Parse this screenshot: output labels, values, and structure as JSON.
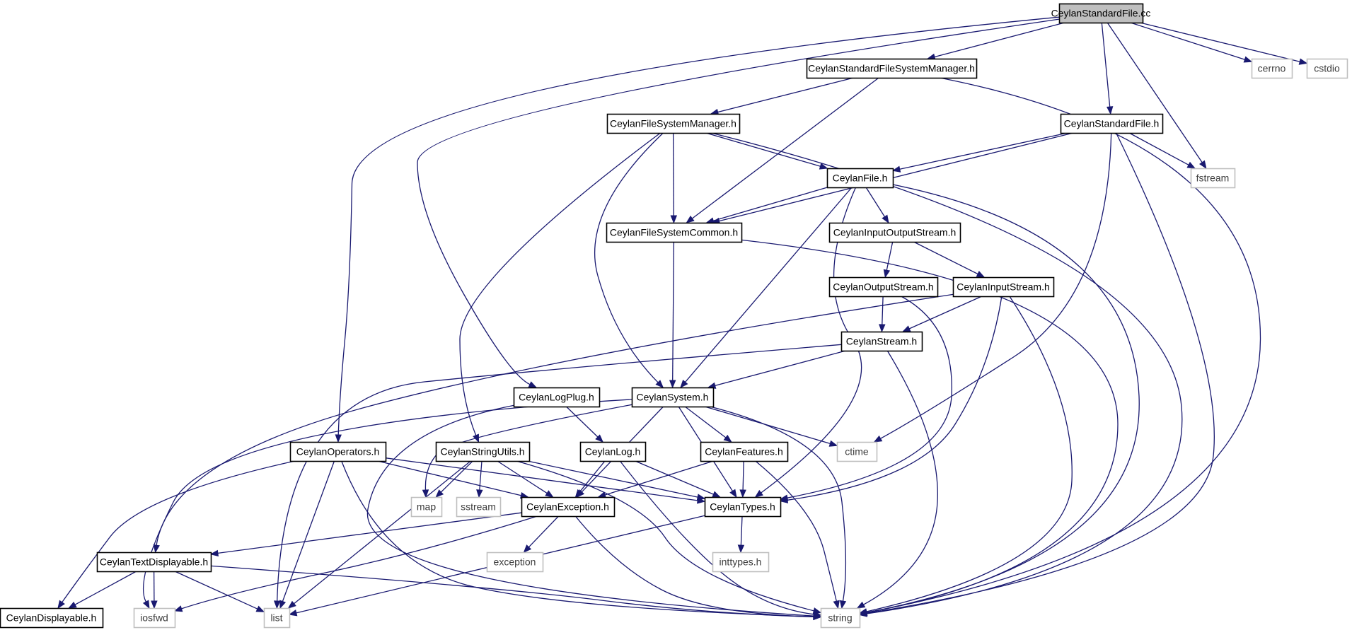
{
  "graph": {
    "colors": {
      "edge": "#191970",
      "project_border": "#000000",
      "system_border": "#bfbfbf",
      "root_fill": "#bfbfbf",
      "project_text": "#000000",
      "system_text": "#3c3c3c"
    },
    "nodes": [
      {
        "id": "cc",
        "label": "CeylanStandardFile.cc",
        "kind": "root"
      },
      {
        "id": "sfsm",
        "label": "CeylanStandardFileSystemManager.h",
        "kind": "project"
      },
      {
        "id": "cerrno",
        "label": "cerrno",
        "kind": "system"
      },
      {
        "id": "cstdio",
        "label": "cstdio",
        "kind": "system"
      },
      {
        "id": "fsm",
        "label": "CeylanFileSystemManager.h",
        "kind": "project"
      },
      {
        "id": "sf",
        "label": "CeylanStandardFile.h",
        "kind": "project"
      },
      {
        "id": "fstream",
        "label": "fstream",
        "kind": "system"
      },
      {
        "id": "file",
        "label": "CeylanFile.h",
        "kind": "project"
      },
      {
        "id": "fsc",
        "label": "CeylanFileSystemCommon.h",
        "kind": "project"
      },
      {
        "id": "ios",
        "label": "CeylanInputOutputStream.h",
        "kind": "project"
      },
      {
        "id": "os",
        "label": "CeylanOutputStream.h",
        "kind": "project"
      },
      {
        "id": "is",
        "label": "CeylanInputStream.h",
        "kind": "project"
      },
      {
        "id": "stream",
        "label": "CeylanStream.h",
        "kind": "project"
      },
      {
        "id": "logplug",
        "label": "CeylanLogPlug.h",
        "kind": "project"
      },
      {
        "id": "system",
        "label": "CeylanSystem.h",
        "kind": "project"
      },
      {
        "id": "ops",
        "label": "CeylanOperators.h",
        "kind": "project"
      },
      {
        "id": "su",
        "label": "CeylanStringUtils.h",
        "kind": "project"
      },
      {
        "id": "log",
        "label": "CeylanLog.h",
        "kind": "project"
      },
      {
        "id": "features",
        "label": "CeylanFeatures.h",
        "kind": "project"
      },
      {
        "id": "ctime",
        "label": "ctime",
        "kind": "system"
      },
      {
        "id": "map",
        "label": "map",
        "kind": "system"
      },
      {
        "id": "sstream",
        "label": "sstream",
        "kind": "system"
      },
      {
        "id": "exc",
        "label": "CeylanException.h",
        "kind": "project"
      },
      {
        "id": "types",
        "label": "CeylanTypes.h",
        "kind": "project"
      },
      {
        "id": "exception",
        "label": "exception",
        "kind": "system"
      },
      {
        "id": "inttypes",
        "label": "inttypes.h",
        "kind": "system"
      },
      {
        "id": "td",
        "label": "CeylanTextDisplayable.h",
        "kind": "project"
      },
      {
        "id": "disp",
        "label": "CeylanDisplayable.h",
        "kind": "project"
      },
      {
        "id": "iosfwd",
        "label": "iosfwd",
        "kind": "system"
      },
      {
        "id": "list",
        "label": "list",
        "kind": "system"
      },
      {
        "id": "string",
        "label": "string",
        "kind": "system"
      }
    ],
    "edges": [
      [
        "cc",
        "sfsm"
      ],
      [
        "cc",
        "cerrno"
      ],
      [
        "cc",
        "cstdio"
      ],
      [
        "cc",
        "sf"
      ],
      [
        "cc",
        "fstream"
      ],
      [
        "cc",
        "logplug"
      ],
      [
        "cc",
        "ops"
      ],
      [
        "sfsm",
        "fsm"
      ],
      [
        "sfsm",
        "fsc"
      ],
      [
        "sfsm",
        "string"
      ],
      [
        "fsm",
        "file"
      ],
      [
        "fsm",
        "fsc"
      ],
      [
        "fsm",
        "system"
      ],
      [
        "fsm",
        "su"
      ],
      [
        "fsm",
        "string"
      ],
      [
        "sf",
        "file"
      ],
      [
        "sf",
        "fsc"
      ],
      [
        "sf",
        "fstream"
      ],
      [
        "sf",
        "ctime"
      ],
      [
        "sf",
        "string"
      ],
      [
        "file",
        "fsc"
      ],
      [
        "file",
        "ios"
      ],
      [
        "file",
        "system"
      ],
      [
        "file",
        "types"
      ],
      [
        "file",
        "string"
      ],
      [
        "fsc",
        "system"
      ],
      [
        "fsc",
        "string"
      ],
      [
        "ios",
        "os"
      ],
      [
        "ios",
        "is"
      ],
      [
        "os",
        "stream"
      ],
      [
        "os",
        "types"
      ],
      [
        "is",
        "stream"
      ],
      [
        "is",
        "types"
      ],
      [
        "is",
        "td"
      ],
      [
        "is",
        "string"
      ],
      [
        "stream",
        "system"
      ],
      [
        "stream",
        "string"
      ],
      [
        "stream",
        "list"
      ],
      [
        "logplug",
        "log"
      ],
      [
        "logplug",
        "string"
      ],
      [
        "system",
        "exc"
      ],
      [
        "system",
        "features"
      ],
      [
        "system",
        "types"
      ],
      [
        "system",
        "ctime"
      ],
      [
        "system",
        "map"
      ],
      [
        "system",
        "string"
      ],
      [
        "system",
        "iosfwd"
      ],
      [
        "ops",
        "exc"
      ],
      [
        "ops",
        "types"
      ],
      [
        "ops",
        "disp"
      ],
      [
        "ops",
        "list"
      ],
      [
        "ops",
        "string"
      ],
      [
        "su",
        "exc"
      ],
      [
        "su",
        "types"
      ],
      [
        "su",
        "map"
      ],
      [
        "su",
        "sstream"
      ],
      [
        "su",
        "list"
      ],
      [
        "su",
        "string"
      ],
      [
        "log",
        "exc"
      ],
      [
        "log",
        "types"
      ],
      [
        "log",
        "string"
      ],
      [
        "features",
        "exc"
      ],
      [
        "features",
        "types"
      ],
      [
        "features",
        "string"
      ],
      [
        "exc",
        "td"
      ],
      [
        "exc",
        "exception"
      ],
      [
        "exc",
        "string"
      ],
      [
        "exc",
        "iosfwd"
      ],
      [
        "types",
        "inttypes"
      ],
      [
        "types",
        "list"
      ],
      [
        "td",
        "disp"
      ],
      [
        "td",
        "iosfwd"
      ],
      [
        "td",
        "list"
      ],
      [
        "td",
        "string"
      ]
    ]
  }
}
